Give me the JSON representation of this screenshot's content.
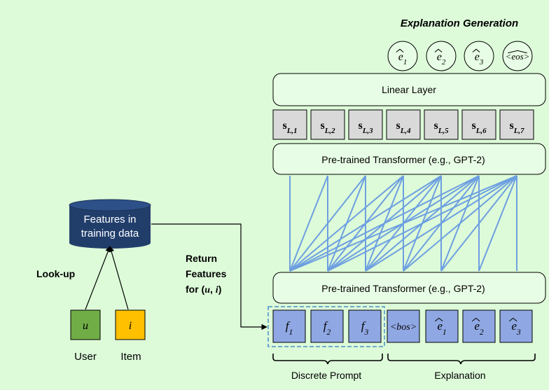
{
  "title": "Explanation Generation",
  "outputs": [
    {
      "base": "e",
      "accent": "^",
      "sub": "1"
    },
    {
      "base": "e",
      "accent": "^",
      "sub": "2"
    },
    {
      "base": "e",
      "accent": "^",
      "sub": "3"
    },
    {
      "base": "<eos>",
      "accent": "^",
      "sub": ""
    }
  ],
  "linear_layer": "Linear Layer",
  "states": [
    {
      "base": "s",
      "sub": "L,1"
    },
    {
      "base": "s",
      "sub": "L,2"
    },
    {
      "base": "s",
      "sub": "L,3"
    },
    {
      "base": "s",
      "sub": "L,4"
    },
    {
      "base": "s",
      "sub": "L,5"
    },
    {
      "base": "s",
      "sub": "L,6"
    },
    {
      "base": "s",
      "sub": "L,7"
    }
  ],
  "transformer_top": "Pre-trained Transformer (e.g., GPT-2)",
  "transformer_bottom": "Pre-trained Transformer (e.g., GPT-2)",
  "inputs": [
    {
      "base": "f",
      "accent": "",
      "sub": "1"
    },
    {
      "base": "f",
      "accent": "",
      "sub": "2"
    },
    {
      "base": "f",
      "accent": "",
      "sub": "3"
    },
    {
      "base": "<bos>",
      "accent": "",
      "sub": ""
    },
    {
      "base": "e",
      "accent": "^",
      "sub": "1"
    },
    {
      "base": "e",
      "accent": "^",
      "sub": "2"
    },
    {
      "base": "e",
      "accent": "^",
      "sub": "3"
    }
  ],
  "brace_labels": {
    "discrete": "Discrete Prompt",
    "explanation": "Explanation"
  },
  "database": {
    "line1": "Features in",
    "line2": "training data"
  },
  "lookup": "Look-up",
  "return_features": {
    "line1": "Return",
    "line2": "Features",
    "line3": "for (",
    "u": "u",
    "comma": ", ",
    "i": "i",
    "close": ")"
  },
  "user": {
    "symbol": "u",
    "label": "User"
  },
  "item": {
    "symbol": "i",
    "label": "Item"
  },
  "colors": {
    "background": "#ddfbd9",
    "box_fill": "#e8fde5",
    "state_fill": "#d9d9d9",
    "input_fill": "#8fa7e3",
    "connection": "#6d9fe0",
    "database": "#213e6b",
    "user_fill": "#70ad47",
    "item_fill": "#ffc000",
    "dashed_border": "#4a90c8"
  },
  "icons": {
    "database": "database-cylinder-icon"
  }
}
